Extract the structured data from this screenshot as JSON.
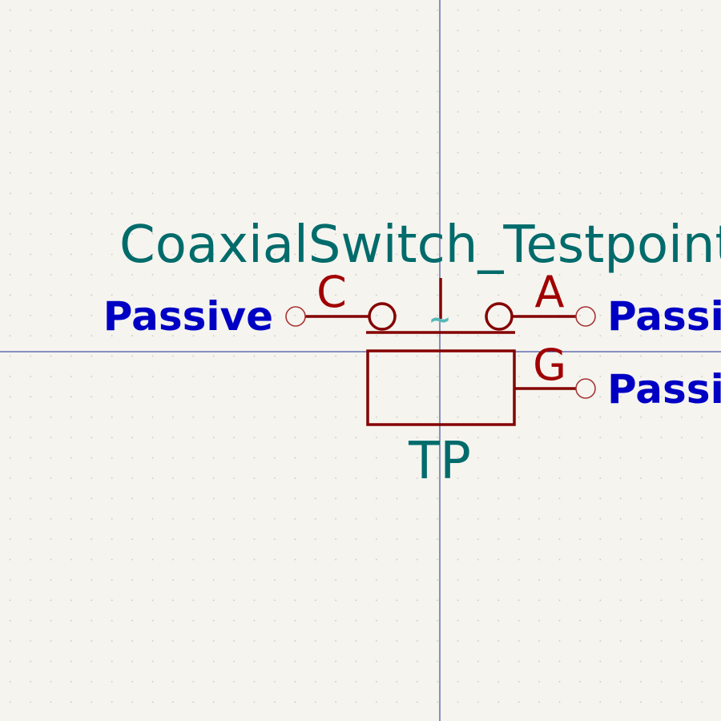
{
  "symbol": {
    "name": "CoaxialSwitch_Testpoint",
    "reference": "TP",
    "unit_marker": "~"
  },
  "pins": [
    {
      "id": "C",
      "label": "C",
      "type": "Passive"
    },
    {
      "id": "A",
      "label": "A",
      "type": "Passive"
    },
    {
      "id": "G",
      "label": "G",
      "type": "Passive"
    }
  ],
  "colors": {
    "background": "#f5f4ef",
    "grid_dot": "#c9c9c2",
    "crosshair": "#1b2a8c",
    "symbol_body": "#840000",
    "pin_label": "#a10000",
    "field_text": "#006b6b",
    "electrical_type": "#0000c4",
    "pin_endpoint": "#a83434",
    "unit_marker": "#55b7b7"
  }
}
